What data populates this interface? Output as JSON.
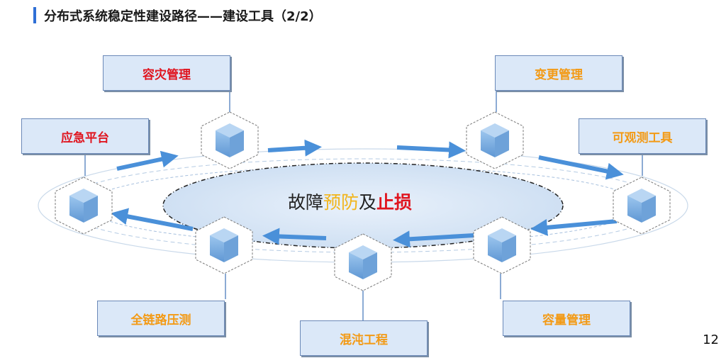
{
  "header": {
    "title": "分布式系统稳定性建设路径——建设工具（2/2）"
  },
  "center": {
    "part1": "故障",
    "part2": "预防",
    "part3": "及",
    "part4": "止损",
    "colors": {
      "part2": "#f2b51b",
      "part4": "#e0151f"
    }
  },
  "tools": {
    "disaster_recovery": "容灾管理",
    "change_mgmt": "变更管理",
    "emergency_platform": "应急平台",
    "observability": "可观测工具",
    "full_link_stress": "全链路压测",
    "capacity_mgmt": "容量管理",
    "chaos_engineering": "混沌工程"
  },
  "page_number": "12",
  "colors": {
    "box_fill": "#dbe8f8",
    "box_text_red": "#e0151f",
    "box_text_orange": "#f39a15",
    "arrow": "#4a90d9",
    "cube": "#7fb2e6"
  },
  "icons": [
    "cube-icon"
  ]
}
